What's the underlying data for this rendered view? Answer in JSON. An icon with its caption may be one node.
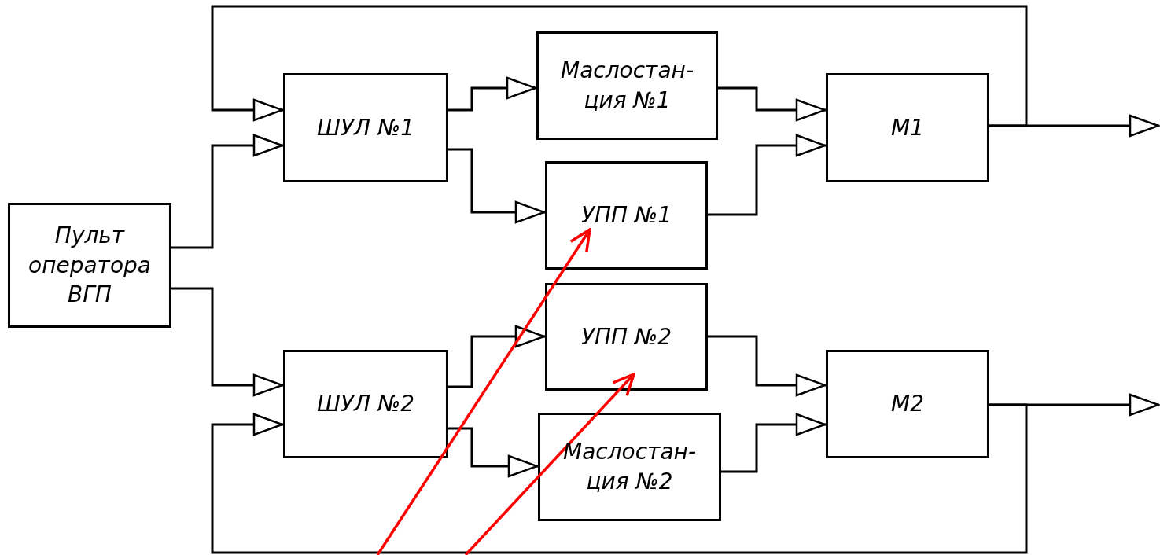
{
  "diagram": {
    "nodes": [
      {
        "text": [
          "Пульт оператора ВГП"
        ]
      },
      {
        "text": [
          "ШУЛ №1"
        ]
      },
      {
        "text": [
          "Маслостан- ция №1"
        ]
      },
      {
        "text": [
          "УПП №1"
        ]
      },
      {
        "text": [
          "М1"
        ]
      },
      {
        "text": [
          "УПП №2"
        ]
      },
      {
        "text": [
          "ШУЛ №2"
        ]
      },
      {
        "text": [
          "Маслостан- ция №2"
        ]
      },
      {
        "text": [
          "М2"
        ]
      }
    ],
    "edges": [
      {
        "from": 0,
        "to": 1,
        "arrow": "to"
      },
      {
        "from": 0,
        "to": 6,
        "arrow": "to"
      },
      {
        "from": 1,
        "to": 2,
        "arrow": "to"
      },
      {
        "from": 1,
        "to": 3,
        "arrow": "to"
      },
      {
        "from": 2,
        "to": 4,
        "arrow": "to"
      },
      {
        "from": 3,
        "to": 4,
        "arrow": "to"
      },
      {
        "from": 6,
        "to": 5,
        "arrow": "to"
      },
      {
        "from": 6,
        "to": 7,
        "arrow": "to"
      },
      {
        "from": 5,
        "to": 8,
        "arrow": "to"
      },
      {
        "from": 7,
        "to": 8,
        "arrow": "to"
      },
      {
        "from": 4,
        "to": 1,
        "arrow": "to"
      },
      {
        "from": 8,
        "to": 6,
        "arrow": "to"
      },
      {
        "from": 4,
        "to": null,
        "arrow": "to"
      },
      {
        "from": 8,
        "to": null,
        "arrow": "to"
      },
      {
        "from": null,
        "to": 3,
        "arrow": "to",
        "color": "#ff0000"
      },
      {
        "from": null,
        "to": 5,
        "arrow": "to",
        "color": "#ff0000"
      }
    ]
  }
}
